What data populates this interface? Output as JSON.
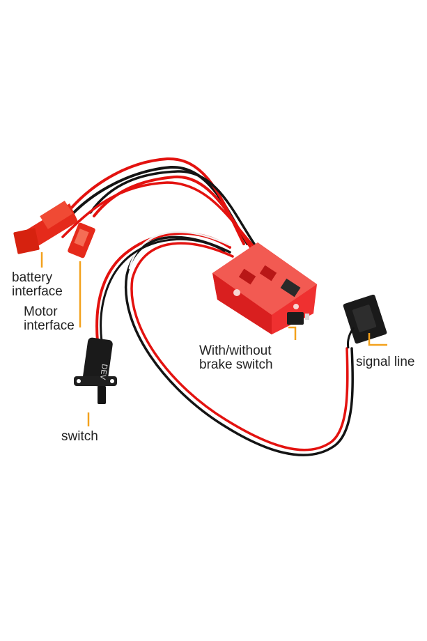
{
  "labels": {
    "battery": [
      "battery",
      "interface"
    ],
    "motor": [
      "Motor",
      "interface"
    ],
    "brake": [
      "With/without",
      "brake switch"
    ],
    "signal": "signal line",
    "switch": "switch"
  },
  "switch_marking": "DEV",
  "colors": {
    "wire_red": "#e3120f",
    "wire_black": "#141414",
    "board_red": "#ef3030",
    "connector_red": "#e52a1b",
    "pointer_orange": "#f3a11c",
    "label_text": "#222222"
  }
}
